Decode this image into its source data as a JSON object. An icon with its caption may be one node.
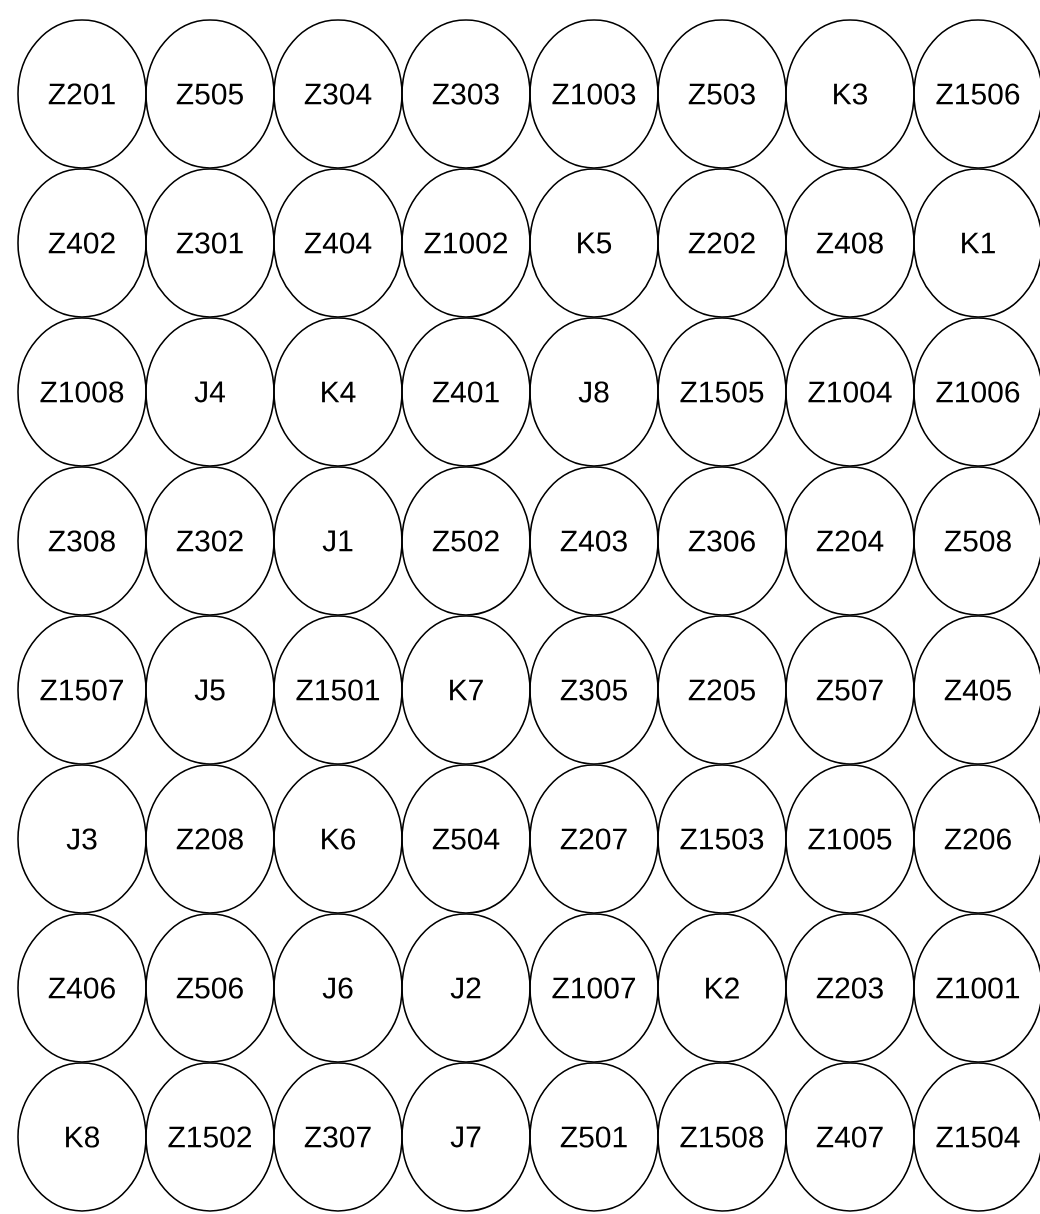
{
  "diagram": {
    "nodes": [
      {
        "text": [
          "Z201"
        ]
      },
      {
        "text": [
          "Z505"
        ]
      },
      {
        "text": [
          "Z304"
        ]
      },
      {
        "text": [
          "Z303"
        ]
      },
      {
        "text": [
          "Z1003"
        ]
      },
      {
        "text": [
          "Z503"
        ]
      },
      {
        "text": [
          "K3"
        ]
      },
      {
        "text": [
          "Z1506"
        ]
      },
      {
        "text": [
          "Z402"
        ]
      },
      {
        "text": [
          "Z301"
        ]
      },
      {
        "text": [
          "Z404"
        ]
      },
      {
        "text": [
          "Z1002"
        ]
      },
      {
        "text": [
          "K5"
        ]
      },
      {
        "text": [
          "Z202"
        ]
      },
      {
        "text": [
          "Z408"
        ]
      },
      {
        "text": [
          "K1"
        ]
      },
      {
        "text": [
          "Z1008"
        ]
      },
      {
        "text": [
          "J4"
        ]
      },
      {
        "text": [
          "K4"
        ]
      },
      {
        "text": [
          "Z401"
        ]
      },
      {
        "text": [
          "J8"
        ]
      },
      {
        "text": [
          "Z1505"
        ]
      },
      {
        "text": [
          "Z1004"
        ]
      },
      {
        "text": [
          "Z1006"
        ]
      },
      {
        "text": [
          "Z308"
        ]
      },
      {
        "text": [
          "Z302"
        ]
      },
      {
        "text": [
          "J1"
        ]
      },
      {
        "text": [
          "Z502"
        ]
      },
      {
        "text": [
          "Z403"
        ]
      },
      {
        "text": [
          "Z306"
        ]
      },
      {
        "text": [
          "Z204"
        ]
      },
      {
        "text": [
          "Z508"
        ]
      },
      {
        "text": [
          "Z1507"
        ]
      },
      {
        "text": [
          "J5"
        ]
      },
      {
        "text": [
          "Z1501"
        ]
      },
      {
        "text": [
          "K7"
        ]
      },
      {
        "text": [
          "Z305"
        ]
      },
      {
        "text": [
          "Z205"
        ]
      },
      {
        "text": [
          "Z507"
        ]
      },
      {
        "text": [
          "Z405"
        ]
      },
      {
        "text": [
          "J3"
        ]
      },
      {
        "text": [
          "Z208"
        ]
      },
      {
        "text": [
          "K6"
        ]
      },
      {
        "text": [
          "Z504"
        ]
      },
      {
        "text": [
          "Z207"
        ]
      },
      {
        "text": [
          "Z1503"
        ]
      },
      {
        "text": [
          "Z1005"
        ]
      },
      {
        "text": [
          "Z206"
        ]
      },
      {
        "text": [
          "Z406"
        ]
      },
      {
        "text": [
          "Z506"
        ]
      },
      {
        "text": [
          "J6"
        ]
      },
      {
        "text": [
          "J2"
        ]
      },
      {
        "text": [
          "Z1007"
        ]
      },
      {
        "text": [
          "K2"
        ]
      },
      {
        "text": [
          "Z203"
        ]
      },
      {
        "text": [
          "Z1001"
        ]
      },
      {
        "text": [
          "K8"
        ]
      },
      {
        "text": [
          "Z1502"
        ]
      },
      {
        "text": [
          "Z307"
        ]
      },
      {
        "text": [
          "J7"
        ]
      },
      {
        "text": [
          "Z501"
        ]
      },
      {
        "text": [
          "Z1508"
        ]
      },
      {
        "text": [
          "Z407"
        ]
      },
      {
        "text": [
          "Z1504"
        ]
      }
    ]
  }
}
